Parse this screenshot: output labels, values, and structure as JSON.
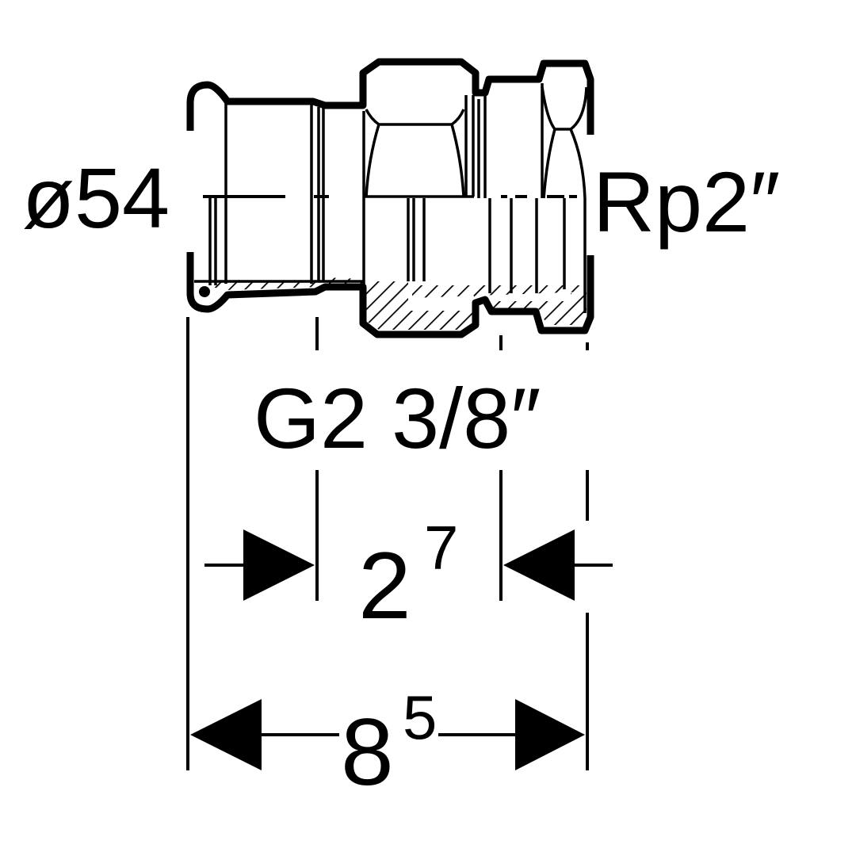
{
  "drawing": {
    "left_connection_label": "ø54",
    "right_connection_label": "Rp2″",
    "union_thread_label": "G2 3/8″",
    "inner_dimension": {
      "main": "2",
      "superscript": "7"
    },
    "overall_dimension": {
      "main": "8",
      "superscript": "5"
    }
  },
  "colors": {
    "ink": "#000000",
    "background": "#ffffff"
  }
}
